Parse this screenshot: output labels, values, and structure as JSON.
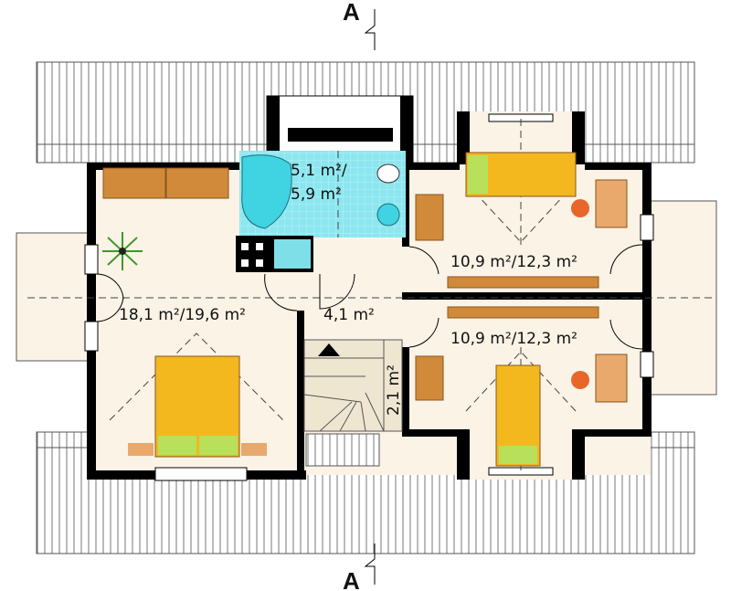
{
  "section_marker_top": "A",
  "section_marker_bottom": "A",
  "rooms": {
    "bathroom_line1": "5,1 m²/",
    "bathroom_line2": "5,9 m²",
    "bedroom_top_right": "10,9 m²/12,3 m²",
    "bedroom_bottom_right": "10,9 m²/12,3 m²",
    "bedroom_left": "18,1 m²/19,6 m²",
    "hall": "4,1 m²",
    "stair": "2,1 m²"
  },
  "colors": {
    "floor": "#faf3e6",
    "wall": "#000000",
    "tile": "#7fe3ee",
    "furniture": "#d08a3a",
    "bed": "#f2b81e",
    "pillow": "#b8e05a",
    "chair": "#e8662a"
  }
}
